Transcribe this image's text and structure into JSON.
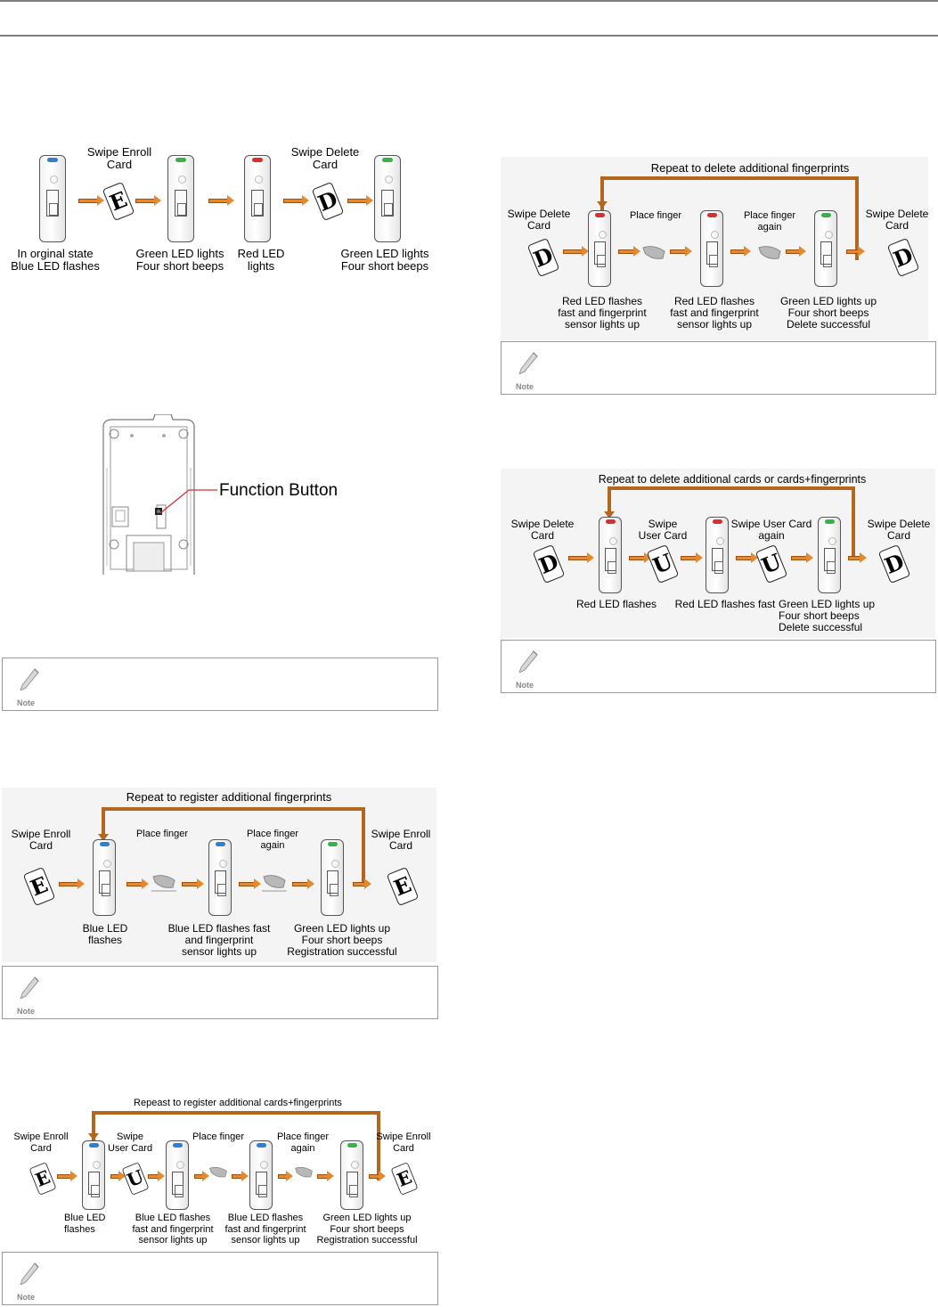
{
  "diagram1": {
    "labels": [
      "Swipe Enroll\nCard",
      "Swipe Delete\nCard",
      "In orginal state\nBlue LED flashes",
      "Green LED lights\nFour short beeps",
      "Red LED\nlights",
      "Green LED lights\nFour short beeps"
    ],
    "cards": [
      "E",
      "D"
    ]
  },
  "function_button": {
    "label": "Function Button"
  },
  "diagram_reg_fp": {
    "title": "Repeat to register additional fingerprints",
    "labels": [
      "Swipe Enroll\nCard",
      "Place finger",
      "Place finger\nagain",
      "Swipe Enroll\nCard",
      "Blue LED\nflashes",
      "Blue LED flashes fast\nand fingerprint\nsensor lights up",
      "Green LED lights up\nFour short beeps\nRegistration successful"
    ],
    "cards": [
      "E",
      "E"
    ]
  },
  "diagram_reg_cardfp": {
    "title": "Repeast to register additional cards+fingerprints",
    "labels": [
      "Swipe  Enroll\nCard",
      "Swipe\nUser Card",
      "Place finger",
      "Place finger\nagain",
      "Swipe Enroll\nCard",
      "Blue LED\nflashes",
      "Blue LED flashes\nfast and fingerprint\nsensor lights up",
      "Blue LED flashes\nfast and fingerprint\nsensor lights up",
      "Green LED lights up\nFour short beeps\nRegistration successful"
    ],
    "cards": [
      "E",
      "U",
      "E"
    ]
  },
  "diagram_del_fp": {
    "title": "Repeat to delete additional fingerprints",
    "labels": [
      "Swipe Delete\nCard",
      "Place finger",
      "Place finger\nagain",
      "Swipe Delete\nCard",
      "Red LED flashes\nfast and fingerprint\nsensor lights up",
      "Red LED flashes\nfast and fingerprint\nsensor lights up",
      "Green LED lights up\nFour short beeps\nDelete successful"
    ],
    "cards": [
      "D",
      "D"
    ]
  },
  "diagram_del_cards": {
    "title": "Repeat to delete additional cards or cards+fingerprints",
    "labels": [
      "Swipe Delete\nCard",
      "Swipe\nUser Card",
      "Swipe User Card\nagain",
      "Swipe Delete\nCard",
      "Red LED flashes",
      "Red LED flashes fast",
      "Green LED lights up\nFour short beeps\nDelete successful"
    ],
    "cards": [
      "D",
      "U",
      "U",
      "D"
    ]
  },
  "note_label": "Note",
  "colors": {
    "blue_led": "#2f7fd0",
    "green_led": "#36b24a",
    "red_led": "#d83030",
    "arrow": "#e58a2c",
    "loop": "#b3661d"
  }
}
